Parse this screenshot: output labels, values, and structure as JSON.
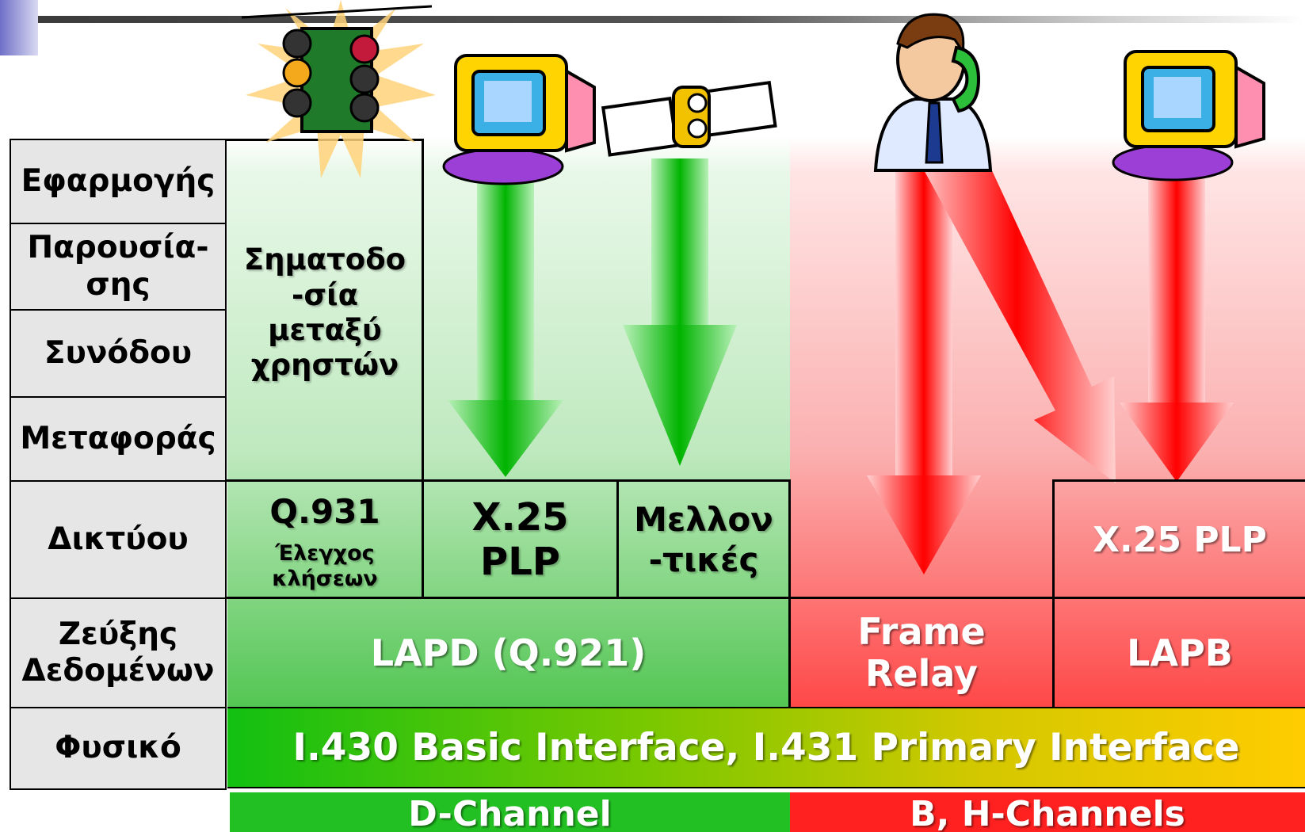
{
  "layers": {
    "application": "Εφαρμογής",
    "presentation": "Παρουσία-\nσης",
    "session": "Συνόδου",
    "transport": "Μεταφοράς",
    "network": "Δικτύου",
    "datalink": "Ζεύξης\nΔεδομένων",
    "physical": "Φυσικό"
  },
  "signaling": "Σηματοδο\n-σία\nμεταξύ\nχρηστών",
  "network_cells": {
    "q931_title": "Q.931",
    "q931_sub": "Έλεγχος\nκλήσεων",
    "x25": "X.25\nPLP",
    "future": "Μελλον\n-τικές",
    "x25_right": "X.25 PLP"
  },
  "datalink_cells": {
    "lapd": "LAPD (Q.921)",
    "frame_relay": "Frame\nRelay",
    "lapb": "LAPB"
  },
  "physical_text": "I.430 Basic Interface, I.431 Primary Interface",
  "channels": {
    "d": "D-Channel",
    "bh": "B, H-Channels"
  },
  "colors": {
    "green": "#22c022",
    "red": "#ff2020",
    "label_gray": "#e6e6e6"
  },
  "icons": [
    "traffic-light-icon",
    "computer-icon",
    "satellite-icon",
    "phone-person-icon",
    "computer-icon"
  ]
}
